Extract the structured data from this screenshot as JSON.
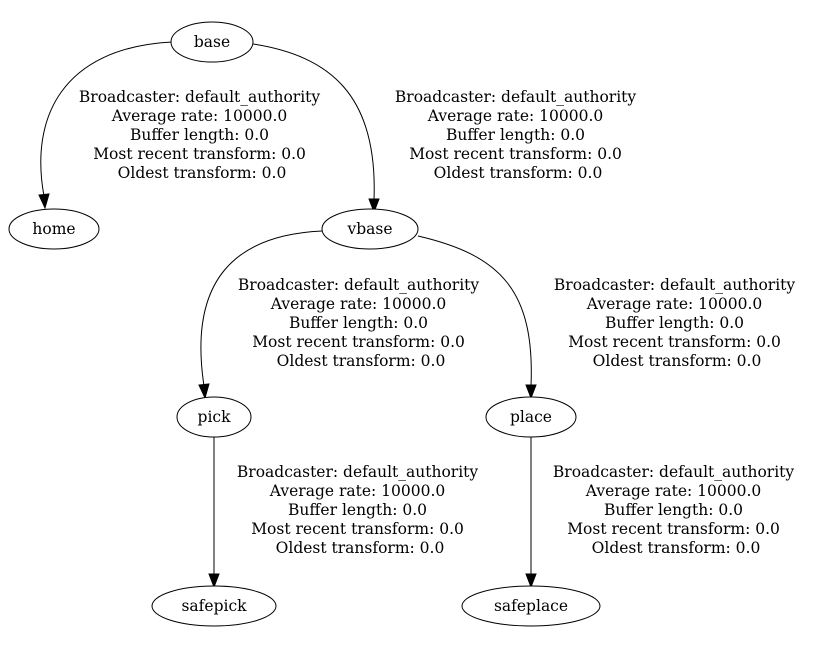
{
  "nodes": {
    "base": "base",
    "home": "home",
    "vbase": "vbase",
    "pick": "pick",
    "place": "place",
    "safepick": "safepick",
    "safeplace": "safeplace"
  },
  "edges": {
    "base_home": {
      "broadcaster": "Broadcaster: default_authority",
      "average_rate": "Average rate: 10000.0",
      "buffer_length": "Buffer length: 0.0",
      "most_recent": "Most recent transform: 0.0",
      "oldest": "Oldest transform: 0.0"
    },
    "base_vbase": {
      "broadcaster": "Broadcaster: default_authority",
      "average_rate": "Average rate: 10000.0",
      "buffer_length": "Buffer length: 0.0",
      "most_recent": "Most recent transform: 0.0",
      "oldest": "Oldest transform: 0.0"
    },
    "vbase_pick": {
      "broadcaster": "Broadcaster: default_authority",
      "average_rate": "Average rate: 10000.0",
      "buffer_length": "Buffer length: 0.0",
      "most_recent": "Most recent transform: 0.0",
      "oldest": "Oldest transform: 0.0"
    },
    "vbase_place": {
      "broadcaster": "Broadcaster: default_authority",
      "average_rate": "Average rate: 10000.0",
      "buffer_length": "Buffer length: 0.0",
      "most_recent": "Most recent transform: 0.0",
      "oldest": "Oldest transform: 0.0"
    },
    "pick_safepick": {
      "broadcaster": "Broadcaster: default_authority",
      "average_rate": "Average rate: 10000.0",
      "buffer_length": "Buffer length: 0.0",
      "most_recent": "Most recent transform: 0.0",
      "oldest": "Oldest transform: 0.0"
    },
    "place_safeplace": {
      "broadcaster": "Broadcaster: default_authority",
      "average_rate": "Average rate: 10000.0",
      "buffer_length": "Buffer length: 0.0",
      "most_recent": "Most recent transform: 0.0",
      "oldest": "Oldest transform: 0.0"
    }
  }
}
